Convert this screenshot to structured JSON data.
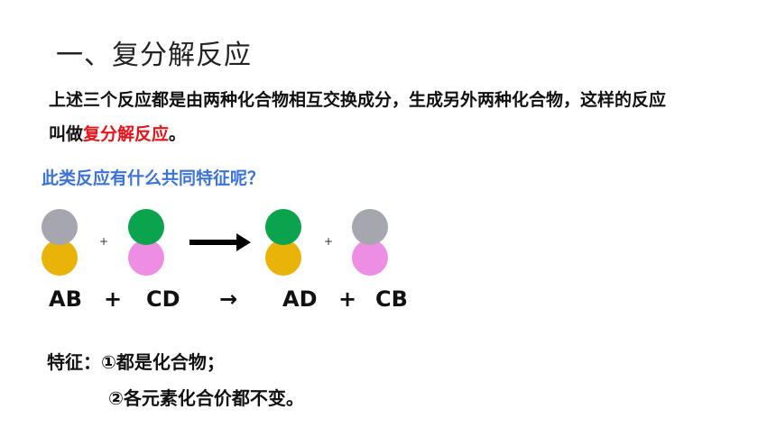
{
  "title": "一、复分解反应",
  "paragraph": {
    "line1": "上述三个反应都是由两种化合物相互交换成分，生成另外两种化合物，这样的反应",
    "line2_prefix": "叫做",
    "line2_highlight": "复分解反应",
    "line2_suffix": "。"
  },
  "question": "此类反应有什么共同特征呢？",
  "diagram": {
    "colors": {
      "A": "#a6a6ae",
      "B": "#eab308",
      "C": "#0ba34d",
      "D": "#ee8de4"
    },
    "plus_small": "+",
    "formula": {
      "ab": "AB",
      "plus1": "+",
      "cd": "CD",
      "arrow": "→",
      "ad": "AD",
      "plus2": "+",
      "cb": "CB"
    }
  },
  "features": {
    "line1": "特征：①都是化合物；",
    "line2": "②各元素化合价都不变。"
  },
  "colors": {
    "highlight": "#e8141b",
    "question": "#3b73d9"
  }
}
